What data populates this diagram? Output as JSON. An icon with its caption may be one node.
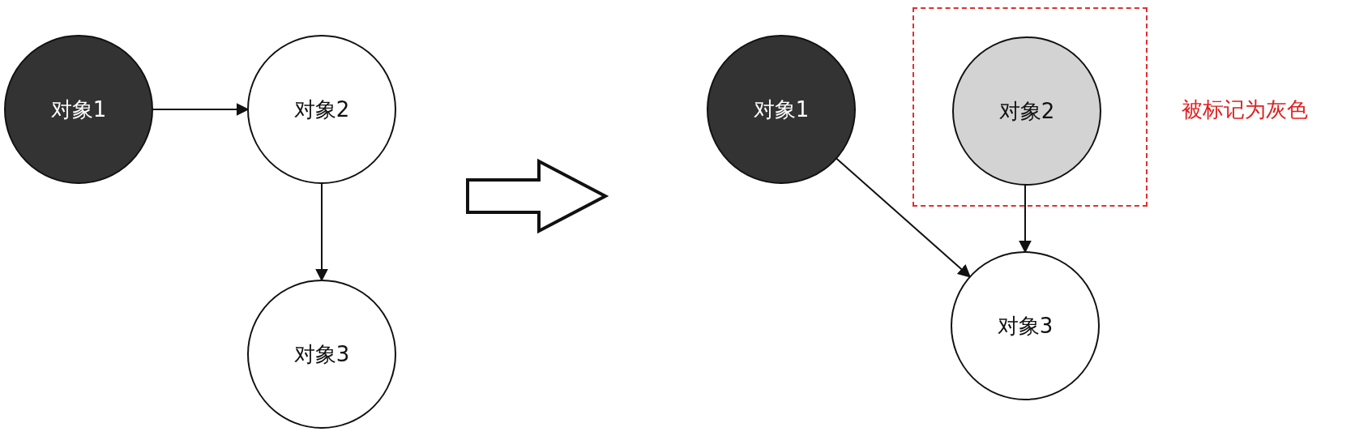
{
  "diagram": {
    "nodes": [
      {
        "text": [
          "对象1"
        ]
      },
      {
        "text": [
          "对象2"
        ]
      },
      {
        "text": [
          "对象3"
        ]
      },
      {
        "text": [
          "对象1"
        ]
      },
      {
        "text": [],
        "shape": "box",
        "beside": [
          "被标记为灰色"
        ]
      },
      {
        "text": [
          "对象2"
        ],
        "in": 4
      },
      {
        "text": [
          "对象3"
        ]
      }
    ],
    "edges": [
      {
        "from": 0,
        "to": 1,
        "arrow": "to"
      },
      {
        "from": 1,
        "to": 2,
        "arrow": "to"
      },
      {
        "from": 3,
        "to": 6,
        "arrow": "to"
      },
      {
        "from": 5,
        "to": 6,
        "arrow": "to"
      }
    ]
  }
}
